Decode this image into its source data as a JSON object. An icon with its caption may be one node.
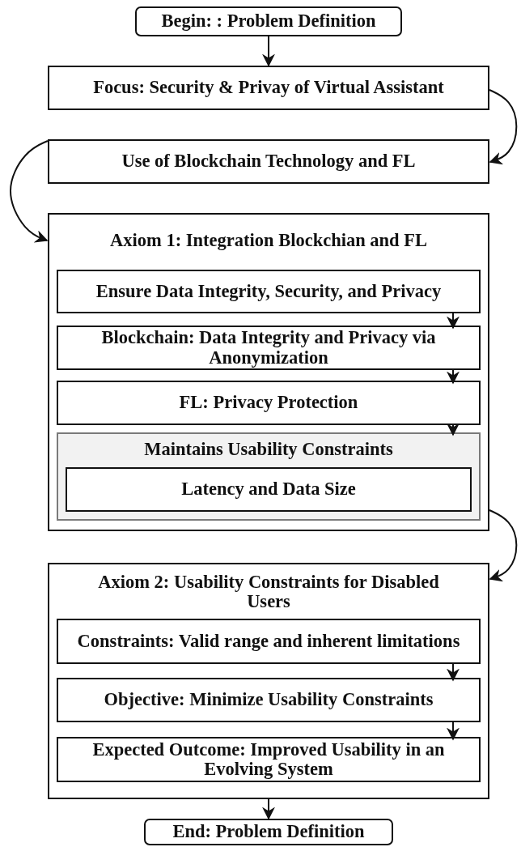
{
  "diagram": {
    "nodes": [
      {
        "text": [
          "Begin: : Problem Definition"
        ]
      },
      {
        "text": [
          "Focus: Security & Privay of Virtual Assistant"
        ]
      },
      {
        "text": [
          "Use of Blockchain Technology and FL"
        ]
      },
      {
        "text": [
          "Axiom 1: Integration Blockchian and FL"
        ]
      },
      {
        "text": [
          "Ensure Data Integrity, Security, and Privacy"
        ],
        "in": 3
      },
      {
        "text": [
          "Blockchain: Data Integrity and Privacy via Anonymization"
        ],
        "in": 3
      },
      {
        "text": [
          "FL: Privacy Protection"
        ],
        "in": 3
      },
      {
        "text": [
          "Maintains Usability Constraints"
        ],
        "in": 3
      },
      {
        "text": [
          "Latency and Data Size"
        ],
        "in": 7
      },
      {
        "text": [
          "Axiom 2: Usability Constraints for Disabled Users"
        ]
      },
      {
        "text": [
          "Constraints: Valid range and inherent limitations"
        ],
        "in": 9
      },
      {
        "text": [
          "Objective: Minimize Usability Constraints"
        ],
        "in": 9
      },
      {
        "text": [
          "Expected Outcome: Improved Usability in an Evolving System"
        ],
        "in": 9
      },
      {
        "text": [
          "End: Problem Definition"
        ]
      }
    ],
    "edges": [
      {
        "from": 0,
        "to": 1,
        "arrow": "to"
      },
      {
        "from": 1,
        "to": 2,
        "arrow": "to"
      },
      {
        "from": 2,
        "to": 3,
        "arrow": "to"
      },
      {
        "from": 4,
        "to": 5,
        "arrow": "to"
      },
      {
        "from": 5,
        "to": 6,
        "arrow": "to"
      },
      {
        "from": 6,
        "to": 7,
        "arrow": "to"
      },
      {
        "from": 3,
        "to": 9,
        "arrow": "to"
      },
      {
        "from": 10,
        "to": 11,
        "arrow": "to"
      },
      {
        "from": 11,
        "to": 12,
        "arrow": "to"
      },
      {
        "from": 9,
        "to": 13,
        "arrow": "to"
      }
    ]
  }
}
